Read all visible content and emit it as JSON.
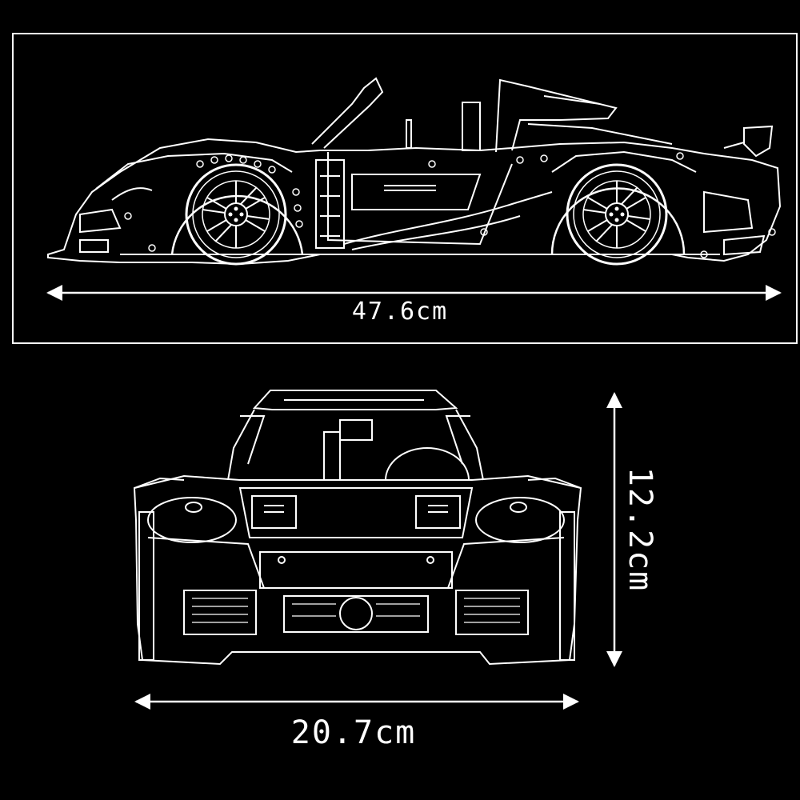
{
  "dimensions": {
    "length": "47.6cm",
    "width": "20.7cm",
    "height": "12.2cm"
  },
  "colors": {
    "background": "#000000",
    "line": "#ffffff"
  },
  "views": [
    "side-view",
    "front-view"
  ]
}
